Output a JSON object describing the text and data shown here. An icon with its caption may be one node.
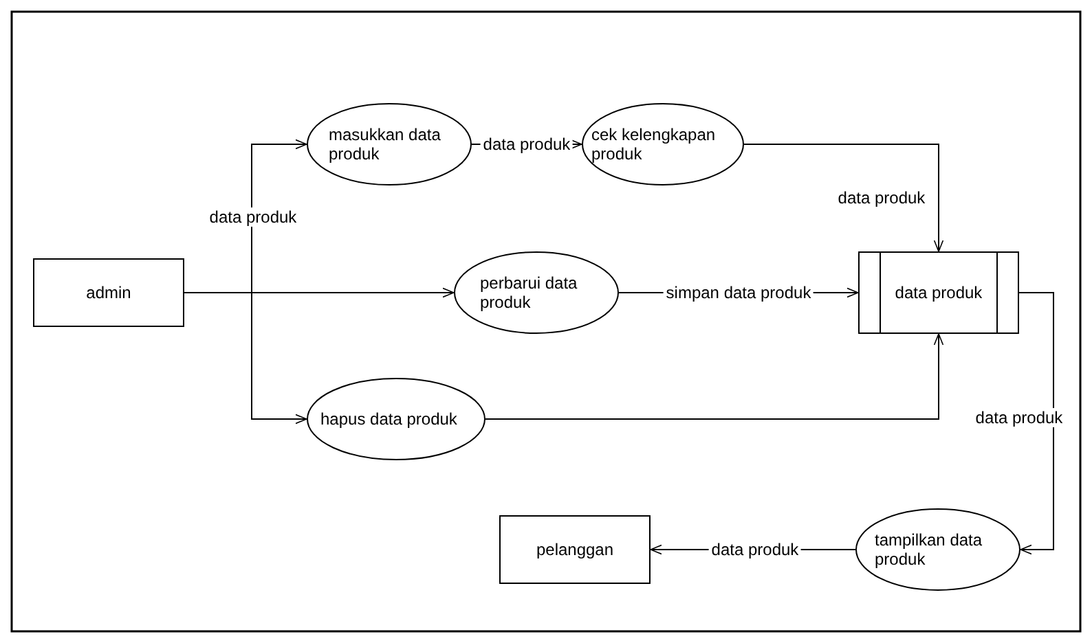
{
  "diagram": {
    "nodes": [
      {
        "text": [
          "admin"
        ]
      },
      {
        "text": [
          "masukkan data produk"
        ]
      },
      {
        "text": [
          "cek kelengkapan produk"
        ]
      },
      {
        "text": [
          "perbarui data produk"
        ]
      },
      {
        "text": [
          "hapus data produk"
        ]
      },
      {
        "text": [
          "data produk"
        ]
      },
      {
        "text": [
          "tampilkan data produk"
        ]
      },
      {
        "text": [
          "pelanggan"
        ]
      }
    ],
    "edges": [
      {
        "from": 0,
        "to": 1,
        "arrow": "to",
        "label": "data produk"
      },
      {
        "from": 0,
        "to": 3,
        "arrow": "to"
      },
      {
        "from": 0,
        "to": 4,
        "arrow": "to"
      },
      {
        "from": 1,
        "to": 2,
        "arrow": "to",
        "label": "data produk"
      },
      {
        "from": 2,
        "to": 5,
        "arrow": "to",
        "label": "data produk"
      },
      {
        "from": 3,
        "to": 5,
        "arrow": "to",
        "label": "simpan data produk"
      },
      {
        "from": 4,
        "to": 5,
        "arrow": "to"
      },
      {
        "from": 5,
        "to": 6,
        "arrow": "to",
        "label": "data produk"
      },
      {
        "from": 6,
        "to": 7,
        "arrow": "to",
        "label": "data produk"
      }
    ]
  }
}
